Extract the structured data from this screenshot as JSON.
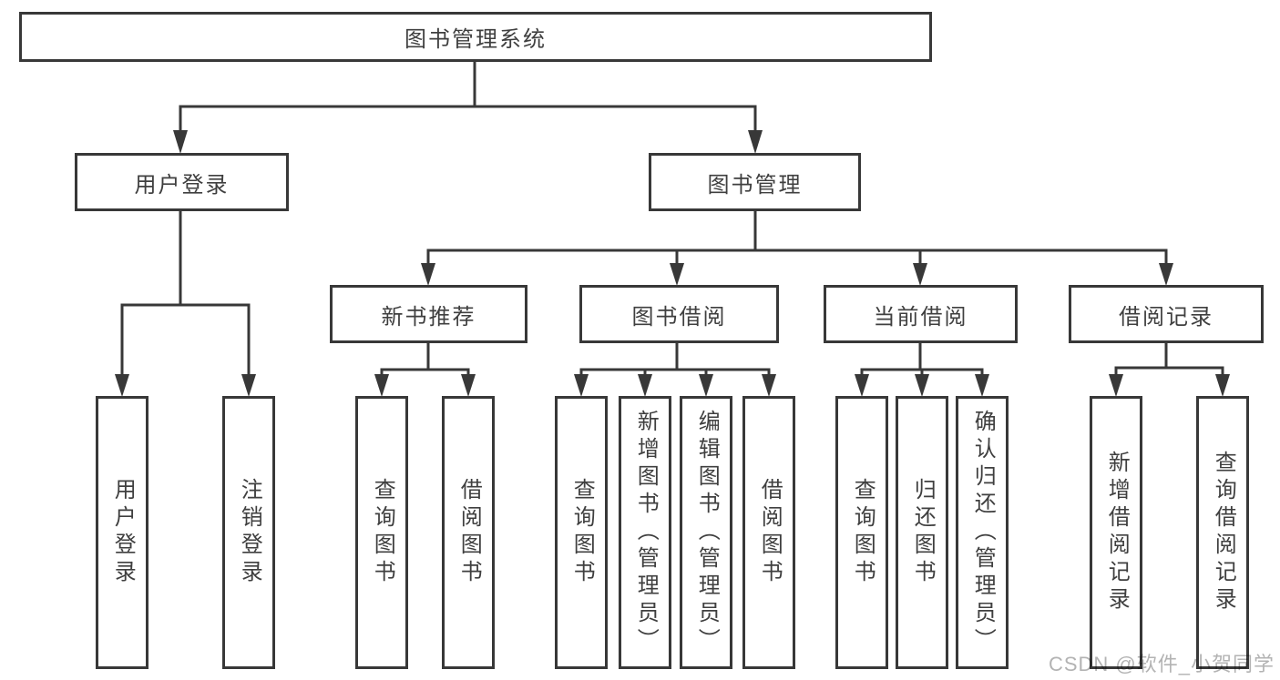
{
  "tree": {
    "root": "图书管理系统",
    "children": [
      {
        "label": "用户登录",
        "children": [
          {
            "label": "用户登录"
          },
          {
            "label": "注销登录"
          }
        ]
      },
      {
        "label": "图书管理",
        "children": [
          {
            "label": "新书推荐",
            "children": [
              {
                "label": "查询图书"
              },
              {
                "label": "借阅图书"
              }
            ]
          },
          {
            "label": "图书借阅",
            "children": [
              {
                "label": "查询图书"
              },
              {
                "label": "新增图书（管理员）"
              },
              {
                "label": "编辑图书（管理员）"
              },
              {
                "label": "借阅图书"
              }
            ]
          },
          {
            "label": "当前借阅",
            "children": [
              {
                "label": "查询图书"
              },
              {
                "label": "归还图书"
              },
              {
                "label": "确认归还（管理员）"
              }
            ]
          },
          {
            "label": "借阅记录",
            "children": [
              {
                "label": "新增借阅记录"
              },
              {
                "label": "查询借阅记录"
              }
            ]
          }
        ]
      }
    ]
  },
  "colors": {
    "line": "#383838",
    "text": "#3f3f3f",
    "background": "#ffffff",
    "watermark": "#b3b3b3"
  },
  "watermark": {
    "text": "CSDN @软件_小贺同学"
  }
}
